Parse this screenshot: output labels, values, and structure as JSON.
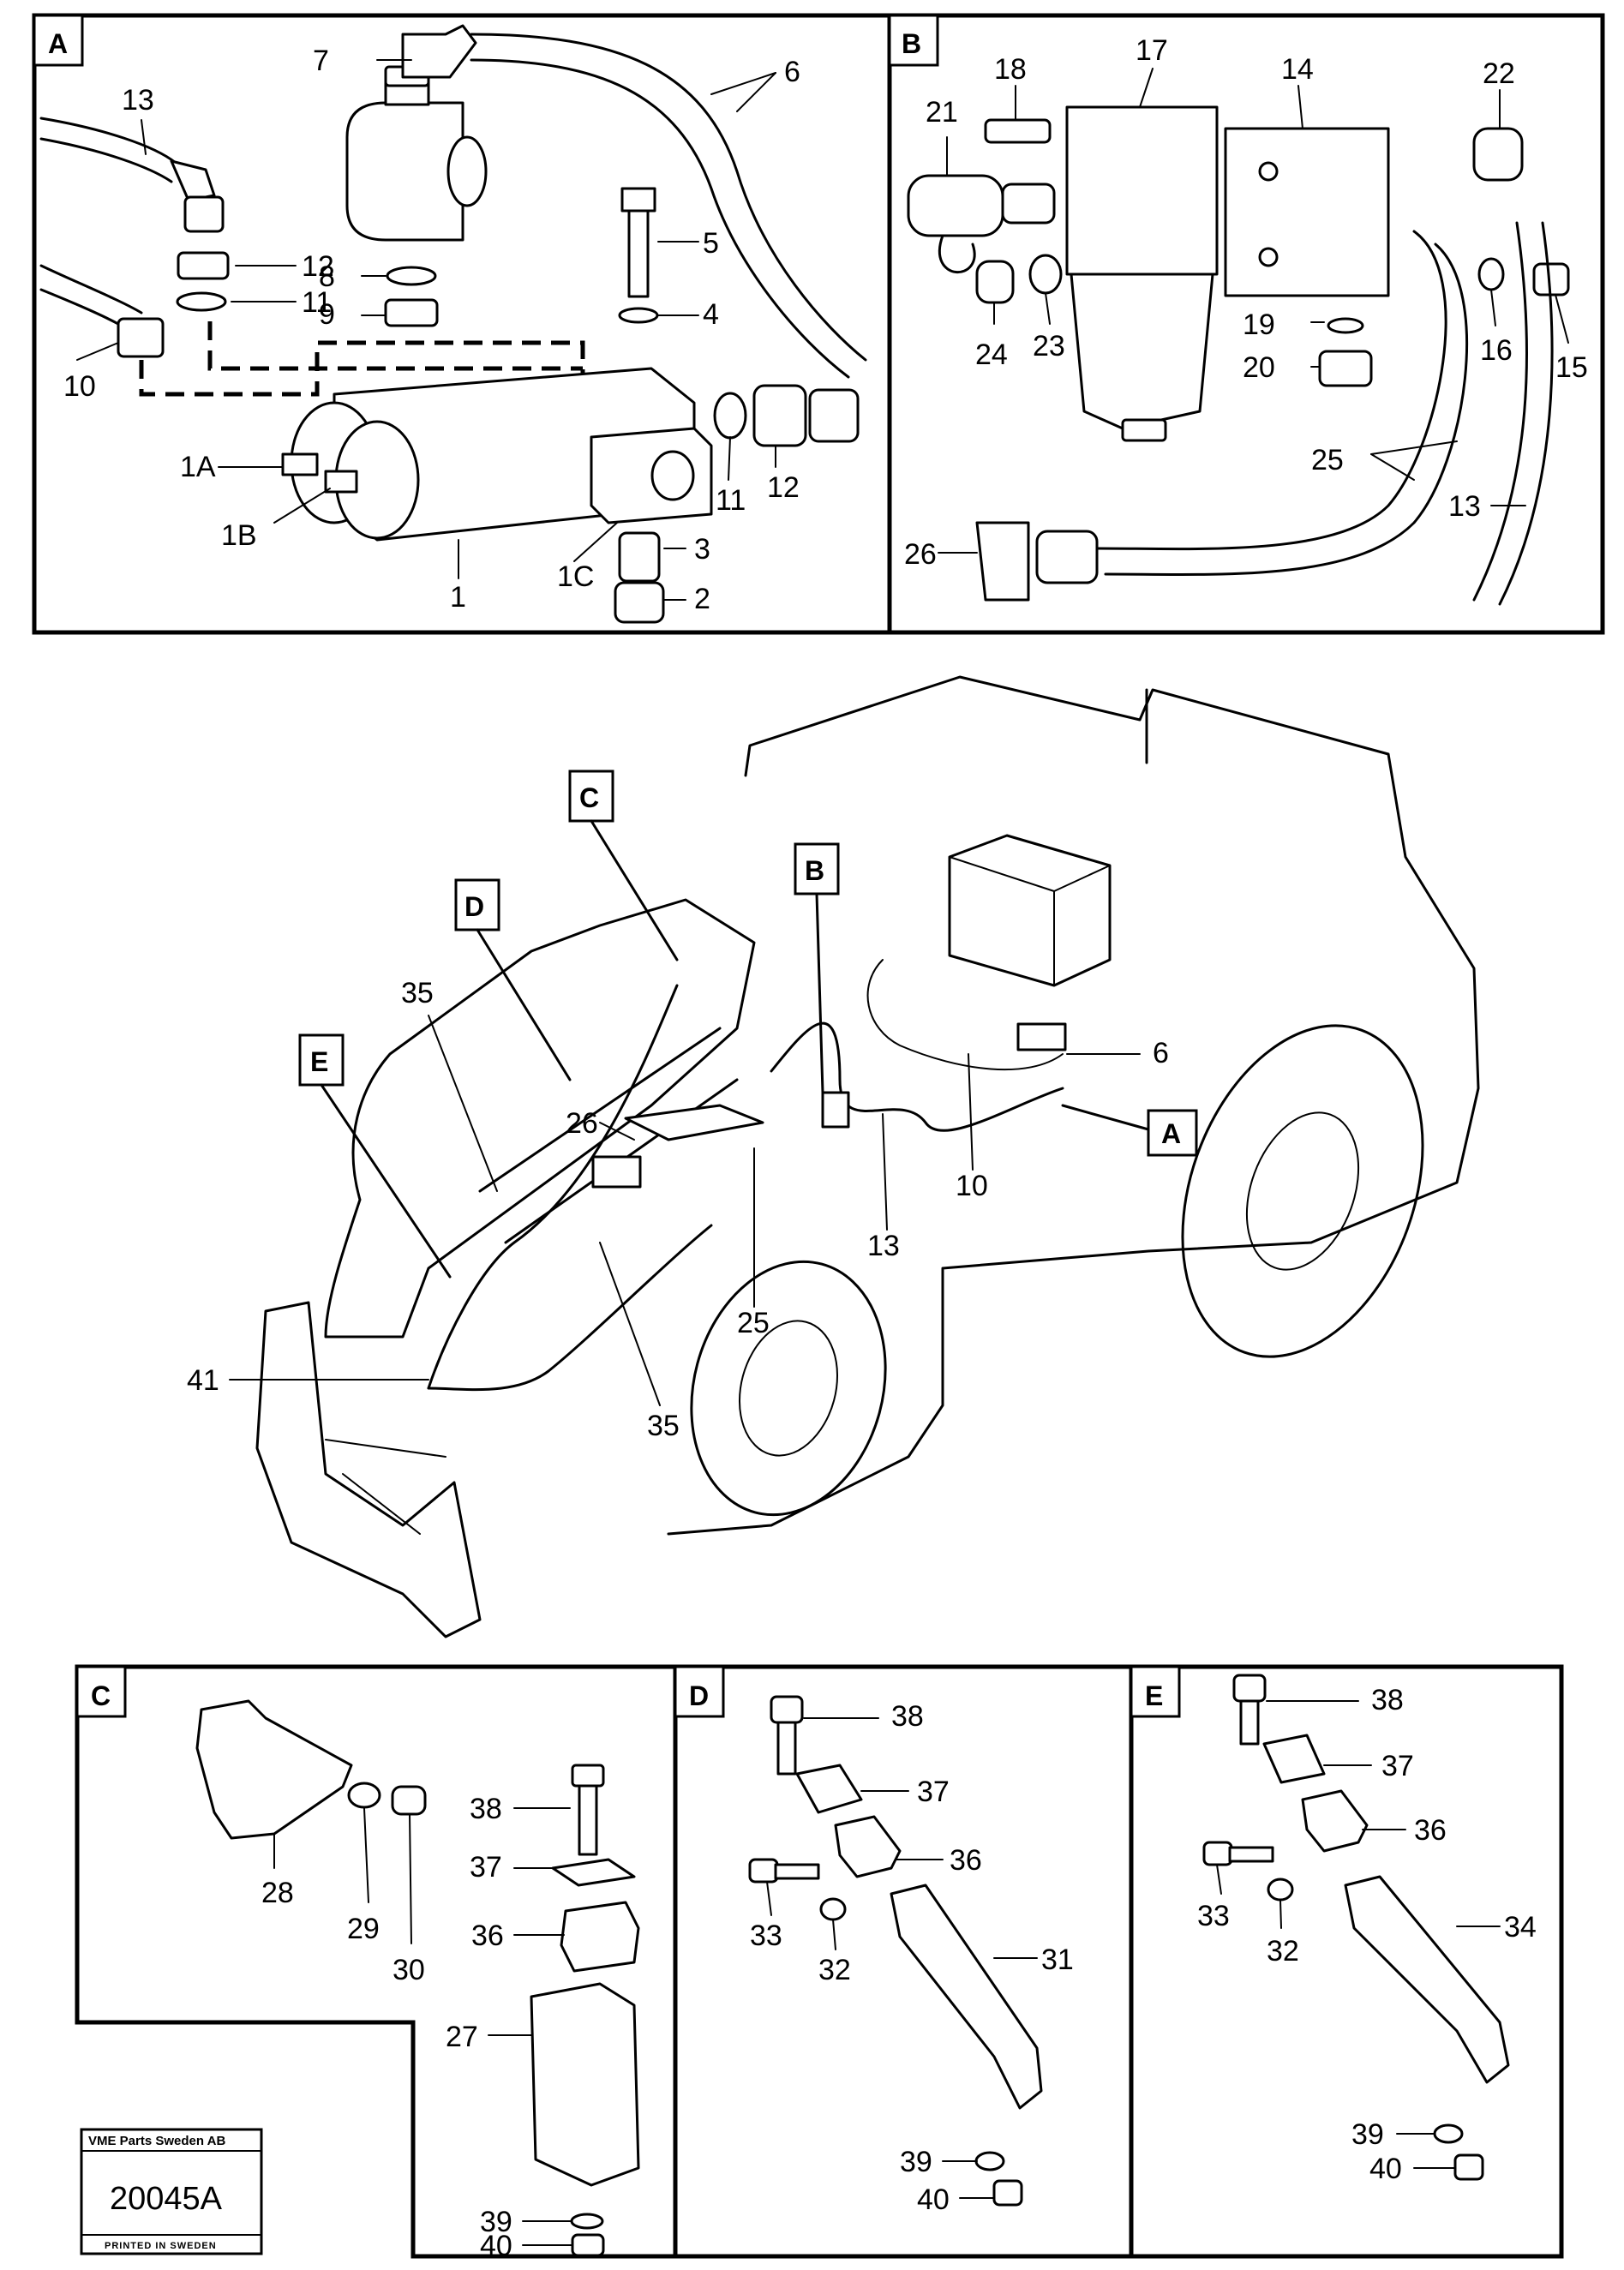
{
  "panels": {
    "A": {
      "letter": "A",
      "labels": [
        "7",
        "13",
        "12",
        "8",
        "11",
        "9",
        "10",
        "1A",
        "1B",
        "1",
        "1C",
        "6",
        "5",
        "4",
        "11",
        "12",
        "3",
        "2"
      ]
    },
    "B": {
      "letter": "B",
      "labels": [
        "18",
        "17",
        "14",
        "22",
        "21",
        "19",
        "24",
        "23",
        "20",
        "16",
        "15",
        "25",
        "13",
        "26"
      ]
    },
    "C": {
      "letter": "C",
      "labels": [
        "28",
        "29",
        "30",
        "38",
        "37",
        "36",
        "27",
        "39",
        "40"
      ]
    },
    "D": {
      "letter": "D",
      "labels": [
        "38",
        "37",
        "36",
        "33",
        "32",
        "31",
        "39",
        "40"
      ]
    },
    "E": {
      "letter": "E",
      "labels": [
        "38",
        "37",
        "36",
        "33",
        "32",
        "34",
        "39",
        "40"
      ]
    }
  },
  "overview": {
    "callouts": [
      "C",
      "B",
      "D",
      "E",
      "A"
    ],
    "labels": [
      "35",
      "26",
      "6",
      "10",
      "13",
      "25",
      "41",
      "35"
    ]
  },
  "stamp": {
    "company": "VME Parts Sweden AB",
    "number": "20045A",
    "printed": "PRINTED IN SWEDEN"
  }
}
